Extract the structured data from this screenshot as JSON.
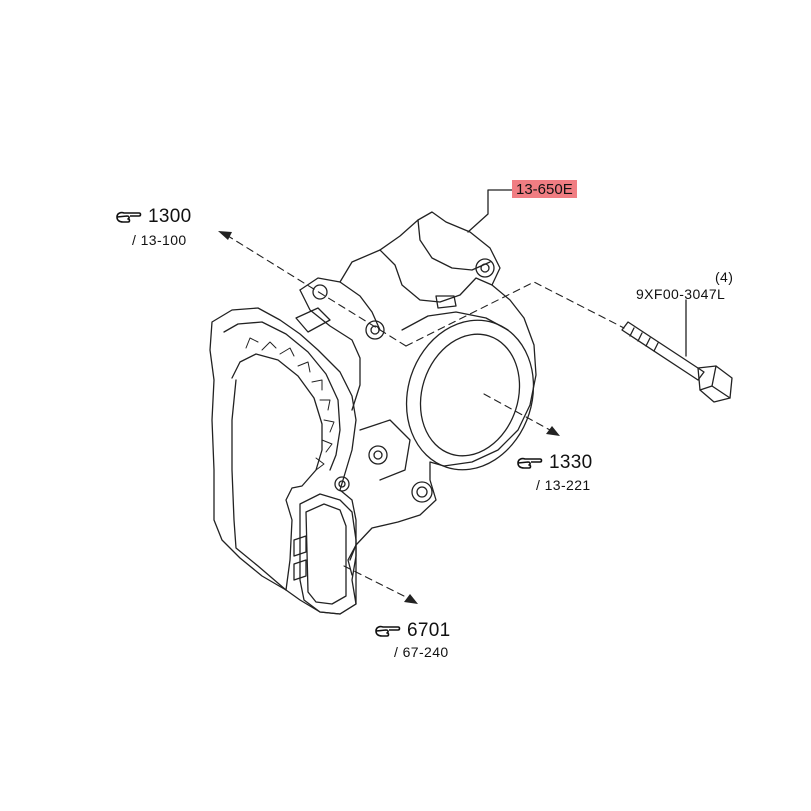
{
  "highlight_part": {
    "number": "13-650E",
    "color": "#f07d82"
  },
  "references": [
    {
      "icon": "pointing-hand-icon",
      "number": "1300",
      "page": "/ 13-100"
    },
    {
      "icon": "pointing-hand-icon",
      "number": "1330",
      "page": "/ 13-221"
    },
    {
      "icon": "pointing-hand-icon",
      "number": "6701",
      "page": "/ 67-240"
    }
  ],
  "bolt": {
    "quantity": "(4)",
    "part_number": "9XF00-3047L"
  }
}
